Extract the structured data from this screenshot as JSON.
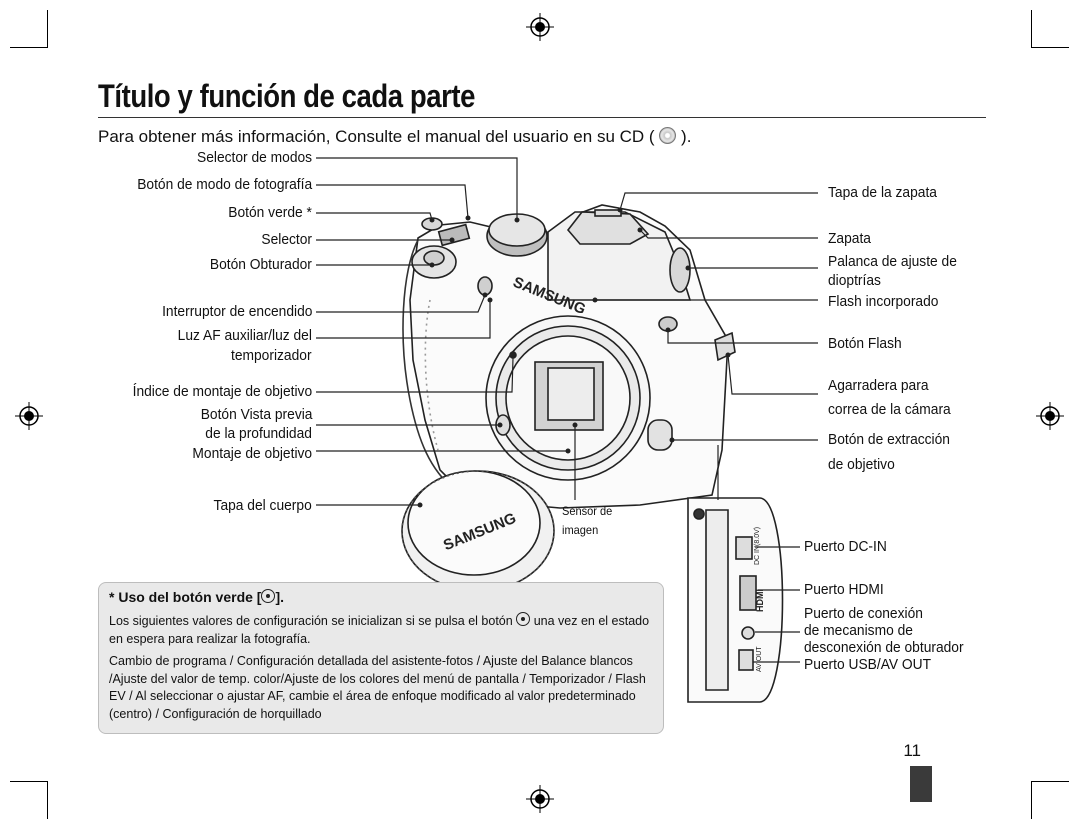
{
  "page": {
    "title": "Título y función de cada parte",
    "intro_prefix": "Para obtener más información, Consulte el manual del usuario en su CD (",
    "intro_suffix": ").",
    "page_number": "11"
  },
  "labels_left": {
    "selector_modos": "Selector de modos",
    "boton_modo_foto": "Botón de modo de fotografía",
    "boton_verde": "Botón verde *",
    "selector": "Selector",
    "boton_obturador": "Botón Obturador",
    "interruptor": "Interruptor de encendido",
    "luz_af_1": "Luz AF auxiliar/luz del",
    "luz_af_2": "temporizador",
    "indice_montaje": "Índice de montaje de objetivo",
    "vista_previa_1": "Botón Vista previa",
    "vista_previa_2": "de la profundidad",
    "montaje": "Montaje de objetivo",
    "tapa_cuerpo": "Tapa del cuerpo"
  },
  "labels_right": {
    "tapa_zapata": "Tapa de la zapata",
    "zapata": "Zapata",
    "palanca_1": "Palanca de ajuste de",
    "palanca_2": "dioptrías",
    "flash_incorporado": "Flash incorporado",
    "boton_flash": "Botón Flash",
    "agarradera_1": "Agarradera para",
    "agarradera_2": "correa de la cámara",
    "extraccion_1": "Botón de extracción",
    "extraccion_2": "de objetivo",
    "dc_in": "Puerto DC-IN",
    "hdmi": "Puerto HDMI",
    "conexion_1": "Puerto de conexión",
    "conexion_2": "de mecanismo de",
    "conexion_3": "desconexión de obturador",
    "usb": "Puerto USB/AV OUT"
  },
  "labels_center": {
    "sensor_1": "Sensor de",
    "sensor_2": "imagen"
  },
  "camera_marks": {
    "brand": "SAMSUNG",
    "cap_brand": "SAMSUNG",
    "port_dc": "DC IN(8.0V)",
    "port_hdmi": "HDMI",
    "port_avout": "AV OUT"
  },
  "note": {
    "heading_prefix": "* Uso del botón verde [",
    "heading_suffix": "].",
    "para1_a": "Los siguientes valores de configuración se inicializan si se pulsa el botón",
    "para1_b": "una vez en el estado en espera para realizar la fotografía.",
    "para2": "Cambio de programa / Configuración detallada del asistente-fotos / Ajuste del Balance blancos /Ajuste del valor de temp. color/Ajuste de los colores del menú de pantalla / Temporizador / Flash EV / Al seleccionar o ajustar AF, cambie el área de enfoque modificado al valor predeterminado (centro) / Configuración de horquillado"
  },
  "icons": [
    "registration-mark-icon",
    "cd-icon",
    "green-button-icon"
  ],
  "colors": {
    "text": "#111111",
    "note_bg": "#e9e9e9",
    "page_tab": "#3a3a3a"
  }
}
